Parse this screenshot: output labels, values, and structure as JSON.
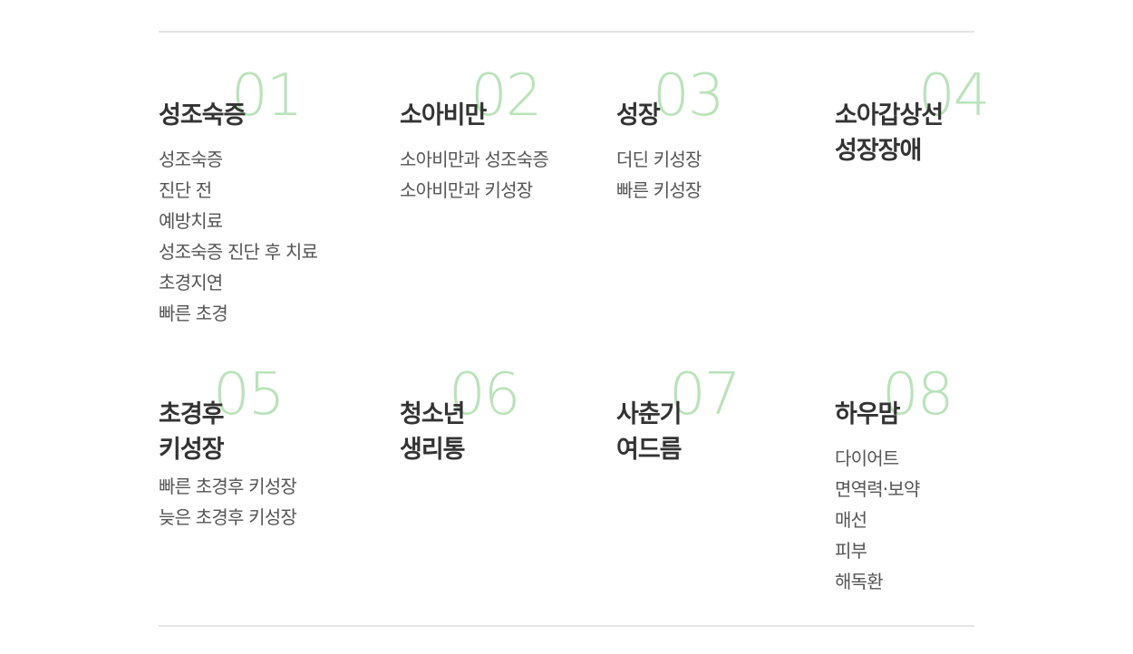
{
  "categories": [
    {
      "number": "01",
      "title": [
        "성조숙증"
      ],
      "items": [
        "성조숙증",
        "진단 전",
        "예방치료",
        "성조숙증 진단 후 치료",
        "초경지연",
        "빠른 초경"
      ]
    },
    {
      "number": "02",
      "title": [
        "소아비만"
      ],
      "items": [
        "소아비만과 성조숙증",
        "소아비만과 키성장"
      ]
    },
    {
      "number": "03",
      "title": [
        "성장"
      ],
      "items": [
        "더딘 키성장",
        "빠른 키성장"
      ]
    },
    {
      "number": "04",
      "title": [
        "소아갑상선",
        "성장장애"
      ],
      "items": []
    },
    {
      "number": "05",
      "title": [
        "초경후",
        "키성장"
      ],
      "items": [
        "빠른 초경후 키성장",
        "늦은 초경후 키성장"
      ]
    },
    {
      "number": "06",
      "title": [
        "청소년",
        "생리통"
      ],
      "items": []
    },
    {
      "number": "07",
      "title": [
        "사춘기",
        "여드름"
      ],
      "items": []
    },
    {
      "number": "08",
      "title": [
        "하우맘"
      ],
      "items": [
        "다이어트",
        "면역력·보약",
        "매선",
        "피부",
        "해독환"
      ]
    }
  ],
  "colors": {
    "number": "#b9e3b9",
    "title": "#333333",
    "item": "#555555",
    "rule": "#e4e4e4"
  }
}
